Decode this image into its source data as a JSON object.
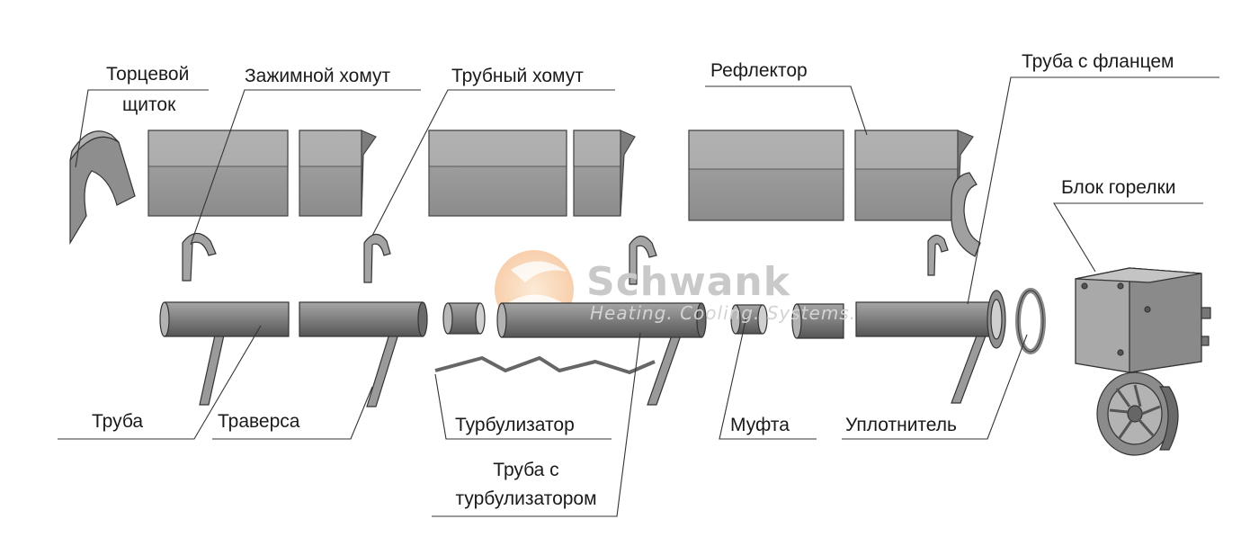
{
  "labels": {
    "end_shield_line1": "Торцевой",
    "end_shield_line2": "щиток",
    "clamp": "Зажимной хомут",
    "pipe_clamp": "Трубный хомут",
    "reflector": "Рефлектор",
    "flanged_pipe": "Труба с фланцем",
    "burner_block": "Блок горелки",
    "pipe": "Труба",
    "traverse": "Траверса",
    "turbulator": "Турбулизатор",
    "coupling": "Муфта",
    "seal": "Уплотнитель",
    "turbulator_pipe_line1": "Труба с",
    "turbulator_pipe_line2": "турбулизатором"
  },
  "watermark": {
    "brand": "Schwank",
    "tagline": "Heating. Cooling. Systems."
  },
  "colors": {
    "metal": "#9a9a9a",
    "metal_dark": "#6e6e6e",
    "metal_light": "#b5b5b5",
    "pipe": "#7d7d7d",
    "outline": "#333333",
    "leader": "#333333",
    "watermark_flame": "#f3b27a"
  }
}
